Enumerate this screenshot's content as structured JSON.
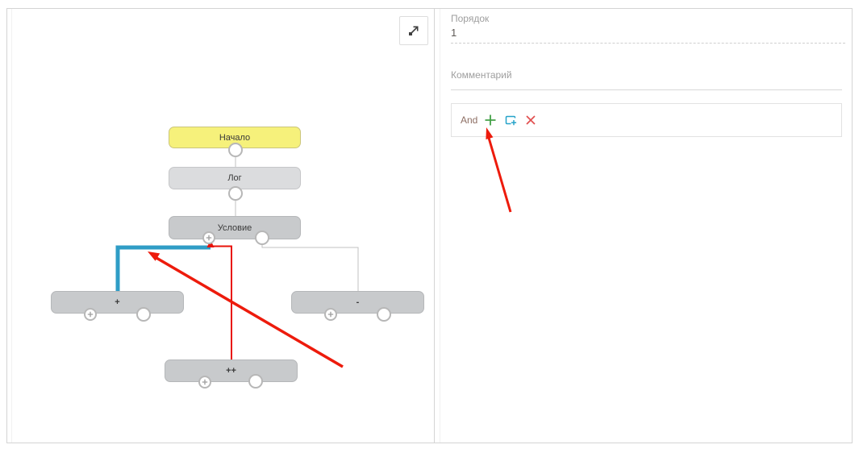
{
  "diagram": {
    "expand_button": {
      "icon": "expand-icon"
    },
    "nodes": [
      {
        "label": "Начало",
        "type": "start"
      },
      {
        "label": "Лог",
        "type": "step"
      },
      {
        "label": "Условие",
        "type": "condition"
      },
      {
        "label": "+",
        "type": "branch"
      },
      {
        "label": "-",
        "type": "branch"
      },
      {
        "label": "++",
        "type": "step"
      }
    ]
  },
  "inspector": {
    "order": {
      "label": "Порядок",
      "value": "1"
    },
    "comment": {
      "label": "Комментарий",
      "value": ""
    },
    "operator_row": {
      "operator": "And",
      "icons": [
        "add-icon",
        "add-group-icon",
        "delete-icon"
      ]
    }
  },
  "colors": {
    "node_start_fill": "#f6f17b",
    "node_gray_fill": "#c8cacc",
    "node_light_fill": "#dbdcde",
    "connector_gray": "#c2c2c2",
    "connector_blue": "#2f9dc6",
    "connector_red": "#e81309",
    "annotation_red": "#ed1b0c",
    "icon_green": "#43a047",
    "icon_blue": "#26a3c9",
    "icon_red": "#e14f4f",
    "operator_text": "#8d6e63",
    "label_gray": "#9e9e9e"
  }
}
